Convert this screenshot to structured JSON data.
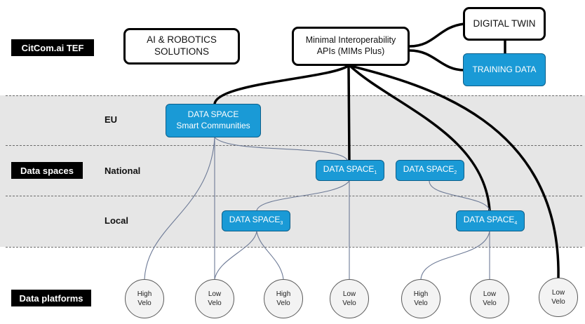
{
  "tags": {
    "tef": "CitCom.ai TEF",
    "data_spaces": "Data spaces",
    "data_platforms": "Data platforms"
  },
  "levels": {
    "eu": "EU",
    "national": "National",
    "local": "Local"
  },
  "top": {
    "ai_line1": "AI & ROBOTICS",
    "ai_line2": "SOLUTIONS",
    "mim_line1": "Minimal Interoperability",
    "mim_line2": "APIs (MIMs Plus)",
    "digital_twin": "DIGITAL TWIN",
    "training_data": "TRAINING DATA"
  },
  "spaces": {
    "eu_line1": "DATA SPACE",
    "eu_line2": "Smart  Communities",
    "base": "DATA SPACE",
    "sub1": "1",
    "sub2": "2",
    "sub3": "3",
    "sub4": "4"
  },
  "platforms": [
    {
      "line1": "High",
      "line2": "Velo"
    },
    {
      "line1": "Low",
      "line2": "Velo"
    },
    {
      "line1": "High",
      "line2": "Velo"
    },
    {
      "line1": "Low",
      "line2": "Velo"
    },
    {
      "line1": "High",
      "line2": "Velo"
    },
    {
      "line1": "Low",
      "line2": "Velo"
    },
    {
      "line1": "Low",
      "line2": "Velo"
    }
  ],
  "colors": {
    "accent": "#1a9ad6",
    "band": "#e6e6e6"
  }
}
